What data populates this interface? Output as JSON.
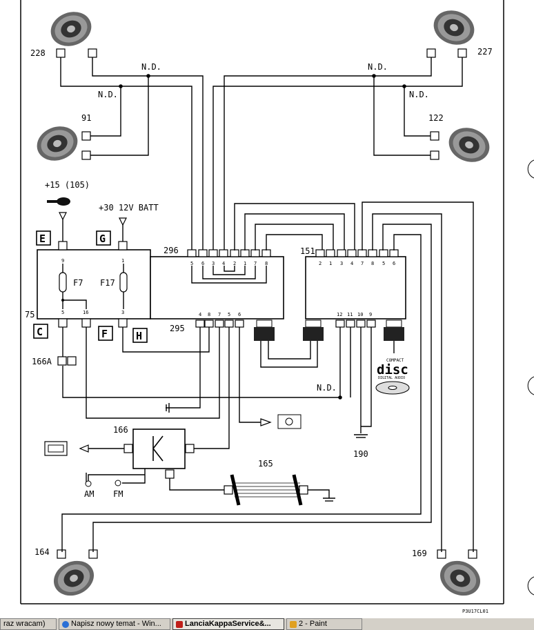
{
  "diagram": {
    "code": "P3U17CL01",
    "nd": "N.D.",
    "speaker_labels": {
      "front_left_top": "228",
      "front_right_top": "227",
      "left_mid": "91",
      "right_mid": "122",
      "rear_left": "164",
      "rear_right": "169"
    },
    "ignition": "+15 (105)",
    "battery": "+30 12V BATT",
    "fusebox": {
      "id": "75",
      "fuse1": "F7",
      "fuse2": "F17",
      "letters": [
        "E",
        "G",
        "C",
        "F",
        "H"
      ],
      "pins_top": [
        "9",
        "1"
      ],
      "pins_bottom": [
        "5",
        "16",
        "3"
      ]
    },
    "connector_166a": "166A",
    "radio": {
      "conn_top": "296",
      "conn_bottom": "295",
      "pins_top": [
        "5",
        "6",
        "3",
        "4",
        "2",
        "1",
        "7",
        "8"
      ],
      "pins_bottom": [
        "4",
        "8",
        "7",
        "5",
        "6"
      ]
    },
    "cd": {
      "id": "151",
      "pins_top": [
        "2",
        "1",
        "3",
        "4",
        "7",
        "8",
        "5",
        "6"
      ],
      "pins_bottom": [
        "12",
        "11",
        "10",
        "9"
      ],
      "logo": {
        "small": "COMPACT",
        "big": "disc",
        "sub": "DIGITAL AUDIO"
      }
    },
    "ground_190": "190",
    "amplifier": {
      "id": "166",
      "am": "AM",
      "fm": "FM"
    },
    "antenna": "165"
  },
  "taskbar": {
    "items": [
      {
        "label": "raz wracam)",
        "icon_color": "#d4d0c8",
        "active": false
      },
      {
        "label": "Napisz nowy temat - Win...",
        "icon_color": "#2a6fd6",
        "active": false
      },
      {
        "label": "LanciaKappaService&...",
        "icon_color": "#c0201a",
        "active": true
      },
      {
        "label": "2 - Paint",
        "icon_color": "#e0a020",
        "active": false
      }
    ]
  }
}
